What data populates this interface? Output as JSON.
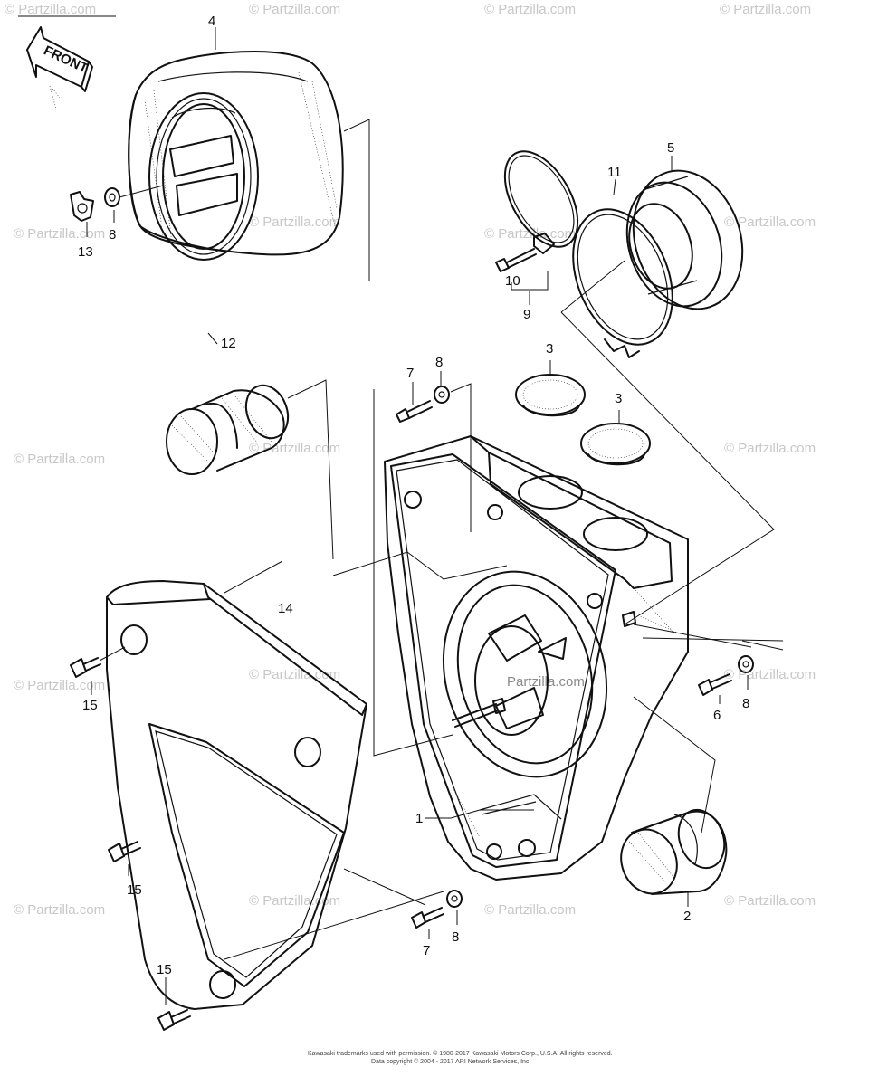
{
  "watermark": {
    "text": "© Partzilla.com"
  },
  "front_arrow": {
    "label": "FRONT"
  },
  "callouts": {
    "c1": "1",
    "c2": "2",
    "c3a": "3",
    "c3b": "3",
    "c4": "4",
    "c5": "5",
    "c6": "6",
    "c7a": "7",
    "c7b": "7",
    "c8a": "8",
    "c8b": "8",
    "c8c": "8",
    "c8d": "8",
    "c9": "9",
    "c10": "10",
    "c11": "11",
    "c12": "12",
    "c13": "13",
    "c14": "14",
    "c15a": "15",
    "c15b": "15",
    "c15c": "15"
  },
  "center_watermark": "Partzilla.com",
  "copyright": {
    "line1": "Kawasaki trademarks used with permission. © 1980-2017 Kawasaki Motors Corp., U.S.A. All rights reserved.",
    "line2": "Data copyright © 2004 - 2017 ARI Network Services, Inc."
  }
}
